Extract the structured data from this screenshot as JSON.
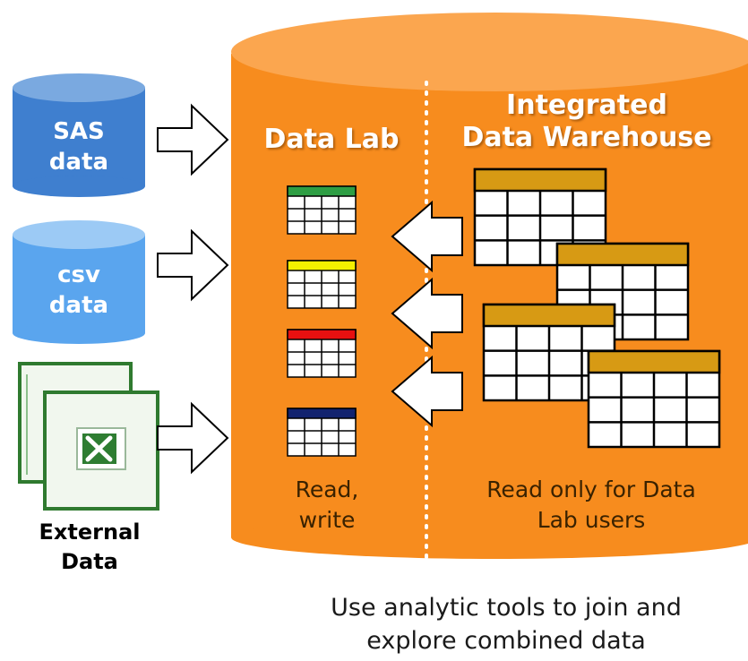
{
  "sources": {
    "sas": {
      "label": "SAS\ndata",
      "color": "#3f7fcf"
    },
    "csv": {
      "label": "csv\ndata",
      "color": "#5aa5ee"
    },
    "external": {
      "label": "External\nData",
      "icon": "excel-icon"
    }
  },
  "warehouse": {
    "color": "#f78c1e",
    "data_lab": {
      "title": "Data Lab",
      "tables": [
        {
          "header_color": "#2e9e44"
        },
        {
          "header_color": "#f4f000"
        },
        {
          "header_color": "#e81010"
        },
        {
          "header_color": "#12236f"
        }
      ],
      "access": "Read,\nwrite"
    },
    "idw": {
      "title": "Integrated\nData Warehouse",
      "table_header_color": "#d79a14",
      "access": "Read only for Data\nLab users"
    }
  },
  "caption": "Use analytic tools to join and\nexplore combined data"
}
